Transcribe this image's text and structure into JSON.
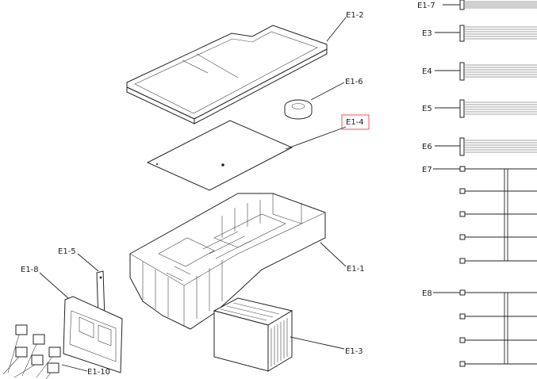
{
  "diagram": {
    "highlight_color": "#e8525b",
    "highlighted": "E1-4",
    "labels": {
      "e1_2": "E1-2",
      "e1_6": "E1-6",
      "e1_4": "E1-4",
      "e1_1": "E1-1",
      "e1_5": "E1-5",
      "e1_8": "E1-8",
      "e1_3": "E1-3",
      "e1_10": "E1-10",
      "e1_7": "E1-7",
      "e3": "E3",
      "e4": "E4",
      "e5": "E5",
      "e6": "E6",
      "e7": "E7",
      "e8": "E8"
    }
  }
}
